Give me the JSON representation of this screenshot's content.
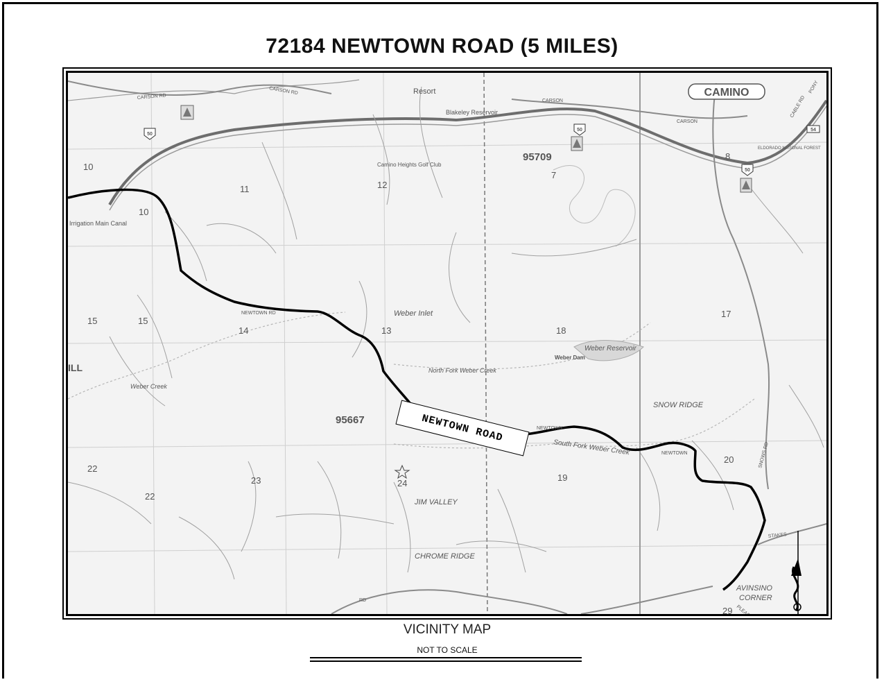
{
  "title": "72184 NEWTOWN ROAD (5 MILES)",
  "caption": "VICINITY MAP",
  "subcaption": "NOT TO SCALE",
  "route_label": "NEWTOWN ROAD",
  "place_labels": {
    "camino": "CAMINO",
    "resort": "Resort",
    "snow_ridge": "SNOW RIDGE",
    "jim_valley": "JIM VALLEY",
    "chrome_ridge": "CHROME RIDGE",
    "avinsino": "AVINSINO",
    "corner": "CORNER",
    "zip_95709": "95709",
    "zip_95667": "95667",
    "weber_reservoir": "Weber Reservoir",
    "weber_dam": "Weber Dam",
    "south_fork_weber_creek": "South Fork Weber Creek",
    "north_fork_weber_creek": "North Fork Weber Creek",
    "weber_inlet": "Weber Inlet",
    "weber_creek": "Weber Creek",
    "irrigation_canal": "Irrigation Main Canal",
    "blakeley_reservoir": "Blakeley Reservoir",
    "camino_heights": "Camino Heights Golf Club",
    "el_dorado_forest": "ELDORADO NATIONAL FOREST",
    "hill": "ILL"
  },
  "road_labels": {
    "carson_rd": "CARSON RD",
    "carson": "CARSON",
    "newtown_rd": "NEWTOWN RD",
    "newtown": "NEWTOWN",
    "stakes": "STAKES",
    "snows_rd": "SNOWS RD",
    "cable_rd": "CABLE RD",
    "pony": "PONY",
    "pleasant": "PLEASANT",
    "rd": "RD"
  },
  "shields": {
    "us50": "50",
    "route54": "54"
  },
  "section_numbers": [
    "10",
    "11",
    "12",
    "10",
    "15",
    "15",
    "14",
    "13",
    "18",
    "17",
    "7",
    "8",
    "22",
    "22",
    "23",
    "24",
    "19",
    "20",
    "29"
  ],
  "colors": {
    "route": "#000000",
    "map_base": "#f3f3f3",
    "roads": "#8a8a8a",
    "highway": "#6d6d6d"
  }
}
